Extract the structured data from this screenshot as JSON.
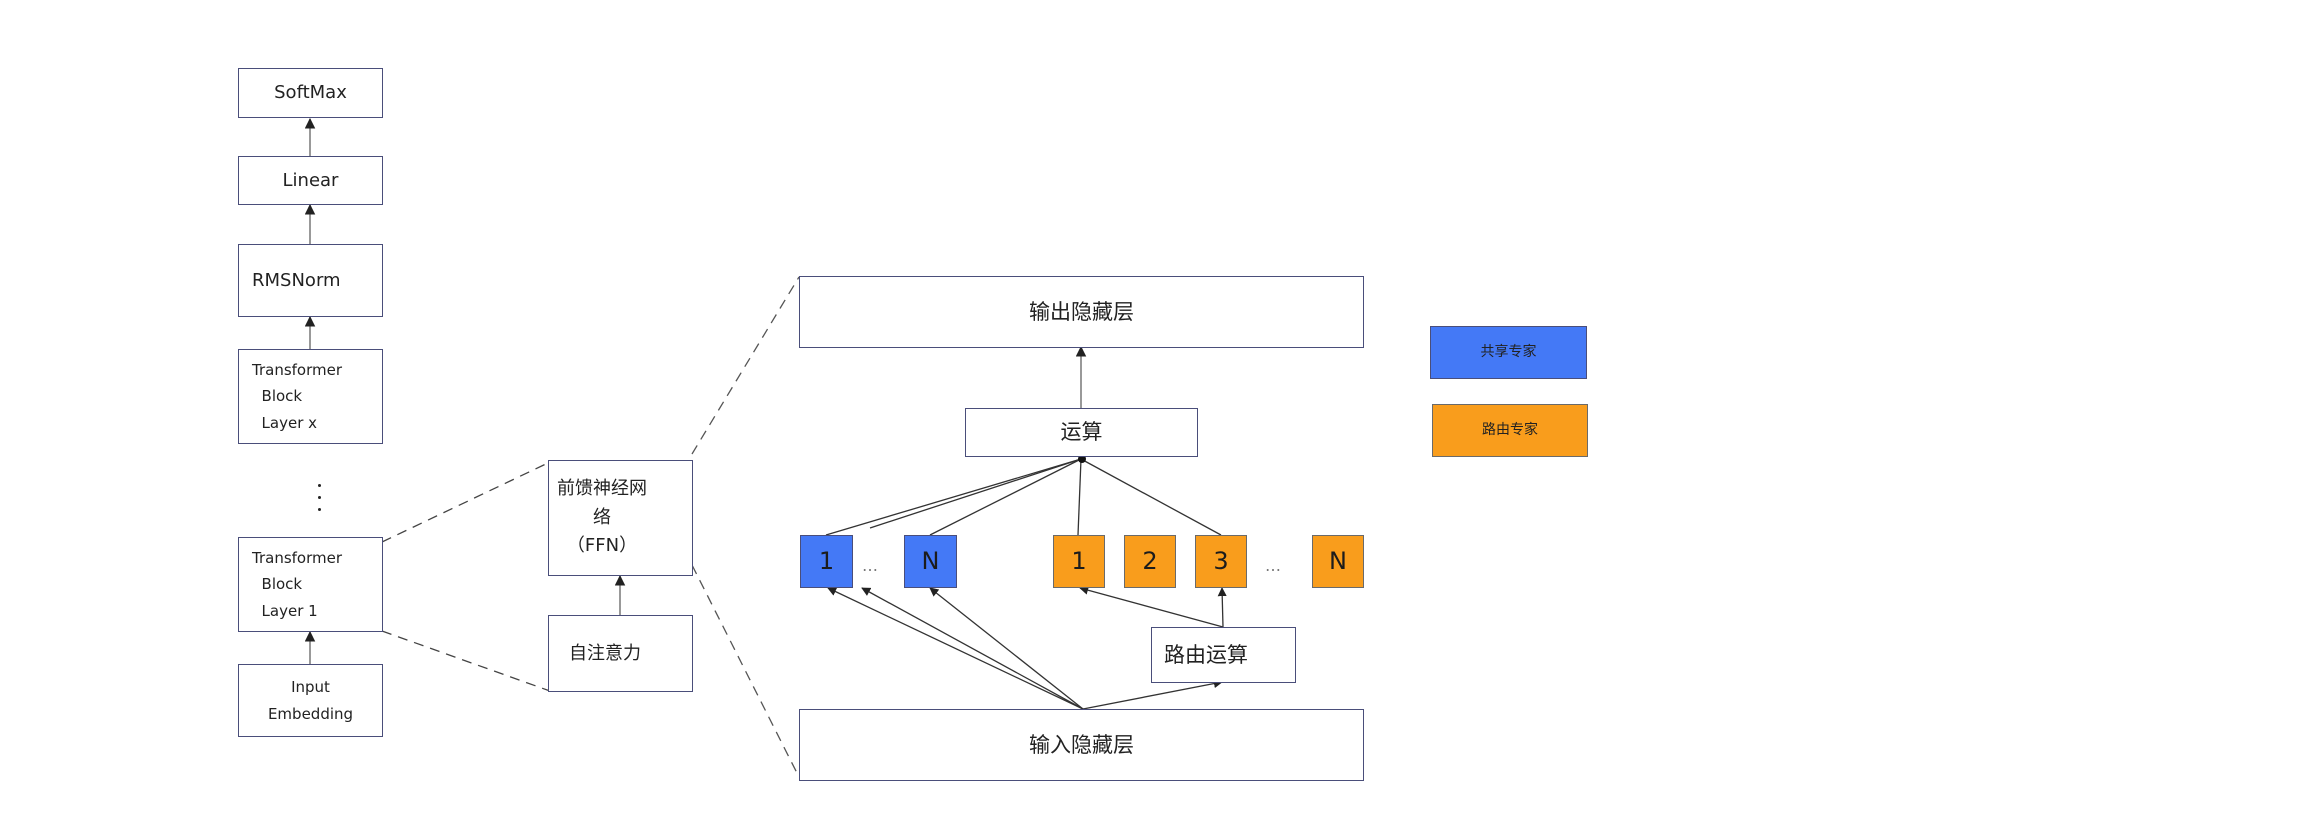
{
  "stack": {
    "softmax": "SoftMax",
    "linear": "Linear",
    "rmsnorm": "RMSNorm",
    "transformer_block_x": "Transformer\n  Block\n  Layer x",
    "transformer_block_1": "Transformer\n  Block\n  Layer 1",
    "input_embedding": "Input\nEmbedding",
    "ellipsis": "⋮"
  },
  "block_detail": {
    "ffn": "前馈神经网\n络\n（FFN）",
    "self_attention": "自注意力"
  },
  "moe": {
    "output_hidden": "输出隐藏层",
    "compute": "运算",
    "router": "路由运算",
    "input_hidden": "输入隐藏层",
    "shared_experts": [
      "1",
      "N"
    ],
    "routed_experts": [
      "1",
      "2",
      "3",
      "N"
    ],
    "ellipsis": "…"
  },
  "legend": {
    "shared": "共享专家",
    "routed": "路由专家"
  },
  "colors": {
    "shared": "#4479f6",
    "routed": "#f99d1c",
    "border": "#4a4e7a",
    "line": "#333333"
  }
}
